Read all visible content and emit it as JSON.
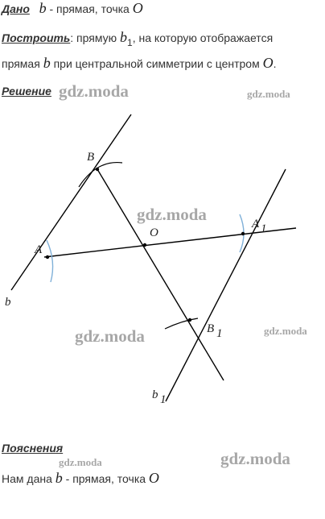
{
  "given": {
    "label": "Дано",
    "b": "b",
    "text": " - прямая, точка ",
    "o": "O"
  },
  "construct": {
    "label": "Построить",
    "text1": ": прямую ",
    "b1": "b",
    "b1_sub": "1",
    "text2": ", на которую отображается",
    "text3": "прямая ",
    "b": "b",
    "text4": " при центральной симметрии с центром ",
    "o": "O",
    "period": "."
  },
  "solution": {
    "label": "Решение"
  },
  "explanation": {
    "label": "Пояснения",
    "text1": "Нам дана ",
    "b": "b",
    "text2": " - прямая, точка ",
    "o": "O"
  },
  "figure": {
    "point_labels": {
      "A": "A",
      "B": "B",
      "O": "O",
      "A1": "A",
      "A1_sub": "1",
      "B1": "B",
      "B1_sub": "1",
      "b": "b",
      "b1": "b",
      "b1_sub": "1"
    },
    "line_color": "#000000",
    "arc_color": "#7fb0d8"
  },
  "watermarks": {
    "text": "gdz.moda"
  }
}
